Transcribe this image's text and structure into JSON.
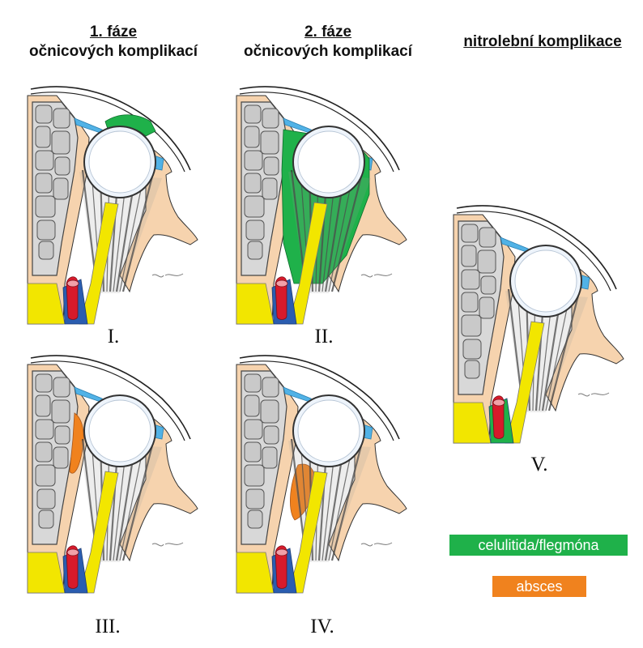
{
  "headers": [
    {
      "main": "1. fáze",
      "sub": "očnicových komplikací"
    },
    {
      "main": "2. fáze",
      "sub": "očnicových komplikací"
    },
    {
      "main": "nitrolební komplikace",
      "sub": ""
    }
  ],
  "stages": [
    "I.",
    "II.",
    "III.",
    "IV.",
    "V."
  ],
  "legend": [
    {
      "label": "celulitida/flegmóna",
      "color": "#1fb14a"
    },
    {
      "label": "absces",
      "color": "#f0821e"
    }
  ],
  "colors": {
    "bone": "#f6d3ae",
    "sinus_fill": "#d8d8d8",
    "eye_fill": "#eef4fb",
    "nerve": "#f2e600",
    "artery": "#d71a2b",
    "vein": "#2a5db0",
    "periosteum": "#51b2e6",
    "muscle": "#3a3a3a",
    "cellulitis": "#1fb14a",
    "abscess": "#f0821e"
  }
}
